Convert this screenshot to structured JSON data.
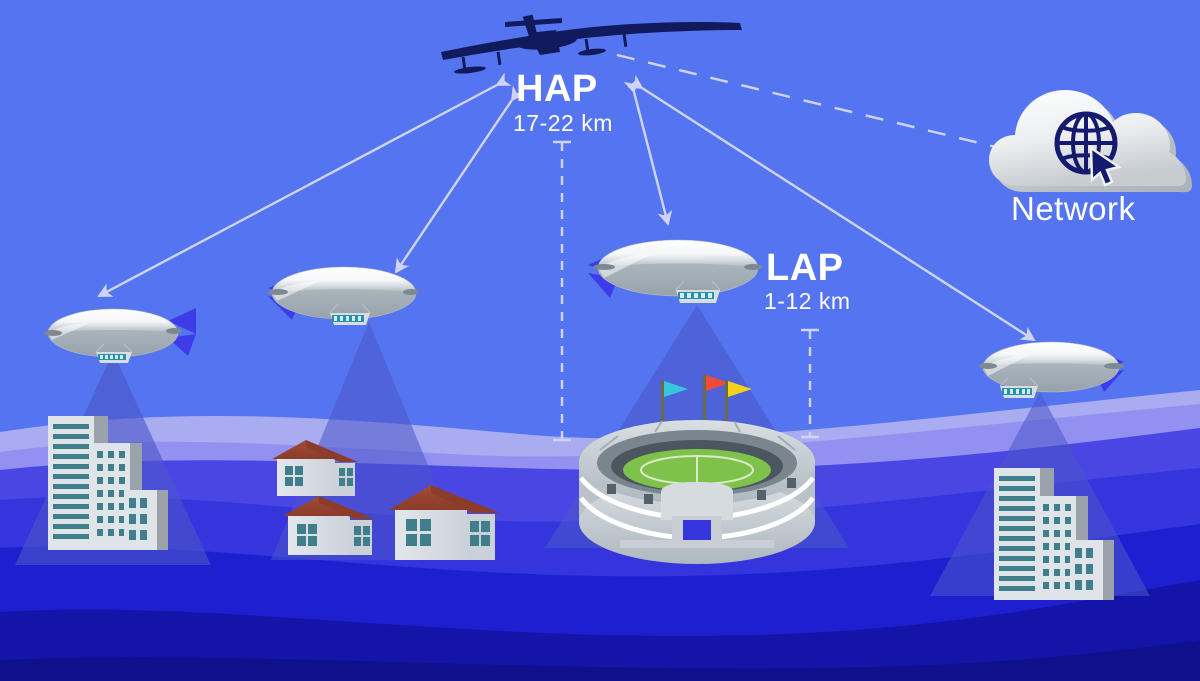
{
  "diagram": {
    "title": "HAP and LAP aerial network coverage diagram",
    "sky_color": "#5575f0",
    "labels": {
      "hap": {
        "name": "HAP",
        "altitude": "17-22  km"
      },
      "lap": {
        "name": "LAP",
        "altitude": "1-12  km"
      },
      "network": {
        "name": "Network"
      }
    },
    "colors": {
      "sky": "#5575f0",
      "band_lavender": "#b9b6f0",
      "band_periwinkle": "#8f8df0",
      "band_royal": "#3f3fe0",
      "band_indigo": "#3a3fd8",
      "band_deep": "#2020d8",
      "band_navy": "#141496",
      "cone": "#4a56c8",
      "arrow": "#cfd4f7",
      "dash": "#cfd4f7",
      "airship_body": "#f2f4f6",
      "airship_fin": "#3c3ce8",
      "plane": "#0e1a5a",
      "cloud": "#eef0f2",
      "globe": "#141a6e",
      "roof": "#9b4633",
      "house_wall": "#d8dce2",
      "window_teal": "#3f7f8c",
      "building_light": "#e2e6ea",
      "building_side": "#9aa3ab",
      "stadium_body": "#c6cdd2",
      "pitch": "#7ec24b",
      "flag_cyan": "#37c6e0",
      "flag_red": "#ef4b3a",
      "flag_yellow": "#f5d21a"
    },
    "platforms": [
      {
        "id": "hap-plane",
        "type": "solar-plane",
        "label": "HAP",
        "altitude": "17-22  km"
      },
      {
        "id": "lap-airship-1",
        "type": "airship",
        "facing": "left",
        "coverage": "city-left"
      },
      {
        "id": "lap-airship-2",
        "type": "airship",
        "facing": "left",
        "coverage": "houses"
      },
      {
        "id": "lap-airship-3",
        "type": "airship",
        "facing": "left",
        "coverage": "stadium",
        "label": "LAP",
        "altitude": "1-12  km"
      },
      {
        "id": "lap-airship-4",
        "type": "airship",
        "facing": "right",
        "coverage": "city-right"
      }
    ],
    "links": [
      {
        "from": "hap-plane",
        "to": "lap-airship-1",
        "style": "double-arrow"
      },
      {
        "from": "hap-plane",
        "to": "lap-airship-2",
        "style": "double-arrow"
      },
      {
        "from": "hap-plane",
        "to": "lap-airship-3",
        "style": "double-arrow"
      },
      {
        "from": "hap-plane",
        "to": "lap-airship-4",
        "style": "double-arrow"
      },
      {
        "from": "hap-plane",
        "to": "network-cloud",
        "style": "dashed"
      }
    ],
    "altitude_markers": [
      {
        "for": "HAP",
        "range": "17-22  km"
      },
      {
        "for": "LAP",
        "range": "1-12  km"
      }
    ],
    "ground_features": [
      {
        "id": "city-left",
        "type": "city",
        "buildings": 3
      },
      {
        "id": "houses",
        "type": "suburb",
        "houses": 3
      },
      {
        "id": "stadium",
        "type": "stadium",
        "flags": 3
      },
      {
        "id": "city-right",
        "type": "city",
        "buildings": 3
      }
    ],
    "icons": {
      "network": "globe-cursor-icon"
    }
  }
}
